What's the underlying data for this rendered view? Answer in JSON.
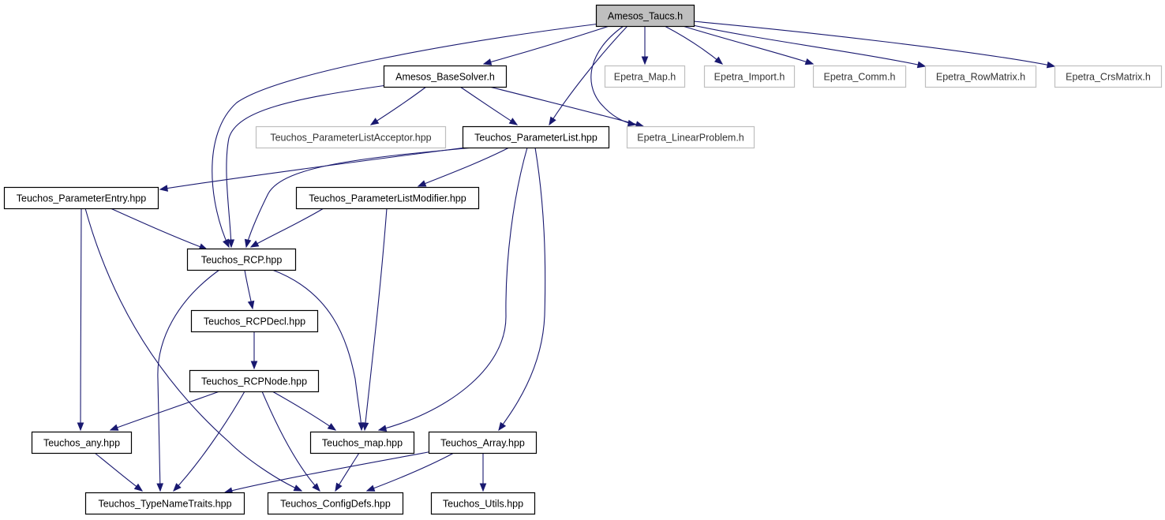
{
  "diagram": {
    "type": "include-dependency-graph",
    "colors": {
      "edge": "#191970",
      "root_fill": "#bfbfbf",
      "node_border": "#000000",
      "external_border": "#bfbfbf",
      "background": "#ffffff"
    },
    "nodes": [
      {
        "id": "amesos_taucs",
        "label": "Amesos_Taucs.h",
        "kind": "root"
      },
      {
        "id": "amesos_basesolver",
        "label": "Amesos_BaseSolver.h",
        "kind": "local"
      },
      {
        "id": "epetra_map",
        "label": "Epetra_Map.h",
        "kind": "external"
      },
      {
        "id": "epetra_import",
        "label": "Epetra_Import.h",
        "kind": "external"
      },
      {
        "id": "epetra_comm",
        "label": "Epetra_Comm.h",
        "kind": "external"
      },
      {
        "id": "epetra_rowmatrix",
        "label": "Epetra_RowMatrix.h",
        "kind": "external"
      },
      {
        "id": "epetra_crsmatrix",
        "label": "Epetra_CrsMatrix.h",
        "kind": "external"
      },
      {
        "id": "teuchos_plistacceptor",
        "label": "Teuchos_ParameterListAcceptor.hpp",
        "kind": "external"
      },
      {
        "id": "teuchos_plist",
        "label": "Teuchos_ParameterList.hpp",
        "kind": "local"
      },
      {
        "id": "epetra_linearproblem",
        "label": "Epetra_LinearProblem.h",
        "kind": "external"
      },
      {
        "id": "teuchos_pentry",
        "label": "Teuchos_ParameterEntry.hpp",
        "kind": "local"
      },
      {
        "id": "teuchos_plistmodifier",
        "label": "Teuchos_ParameterListModifier.hpp",
        "kind": "local"
      },
      {
        "id": "teuchos_rcp",
        "label": "Teuchos_RCP.hpp",
        "kind": "local"
      },
      {
        "id": "teuchos_rcpdecl",
        "label": "Teuchos_RCPDecl.hpp",
        "kind": "local"
      },
      {
        "id": "teuchos_rcpnode",
        "label": "Teuchos_RCPNode.hpp",
        "kind": "local"
      },
      {
        "id": "teuchos_any",
        "label": "Teuchos_any.hpp",
        "kind": "local"
      },
      {
        "id": "teuchos_map",
        "label": "Teuchos_map.hpp",
        "kind": "local"
      },
      {
        "id": "teuchos_array",
        "label": "Teuchos_Array.hpp",
        "kind": "local"
      },
      {
        "id": "teuchos_typenametraits",
        "label": "Teuchos_TypeNameTraits.hpp",
        "kind": "local"
      },
      {
        "id": "teuchos_configdefs",
        "label": "Teuchos_ConfigDefs.hpp",
        "kind": "local"
      },
      {
        "id": "teuchos_utils",
        "label": "Teuchos_Utils.hpp",
        "kind": "local"
      }
    ],
    "edges": [
      {
        "from": "amesos_taucs",
        "to": "amesos_basesolver"
      },
      {
        "from": "amesos_taucs",
        "to": "epetra_map"
      },
      {
        "from": "amesos_taucs",
        "to": "epetra_import"
      },
      {
        "from": "amesos_taucs",
        "to": "epetra_comm"
      },
      {
        "from": "amesos_taucs",
        "to": "epetra_rowmatrix"
      },
      {
        "from": "amesos_taucs",
        "to": "epetra_crsmatrix"
      },
      {
        "from": "amesos_taucs",
        "to": "teuchos_rcp"
      },
      {
        "from": "amesos_taucs",
        "to": "teuchos_plist"
      },
      {
        "from": "amesos_taucs",
        "to": "epetra_linearproblem"
      },
      {
        "from": "amesos_basesolver",
        "to": "teuchos_rcp"
      },
      {
        "from": "amesos_basesolver",
        "to": "teuchos_plistacceptor"
      },
      {
        "from": "amesos_basesolver",
        "to": "teuchos_plist"
      },
      {
        "from": "amesos_basesolver",
        "to": "epetra_linearproblem"
      },
      {
        "from": "teuchos_plist",
        "to": "teuchos_pentry"
      },
      {
        "from": "teuchos_plist",
        "to": "teuchos_rcp"
      },
      {
        "from": "teuchos_plist",
        "to": "teuchos_plistmodifier"
      },
      {
        "from": "teuchos_plist",
        "to": "teuchos_map"
      },
      {
        "from": "teuchos_plist",
        "to": "teuchos_array"
      },
      {
        "from": "teuchos_pentry",
        "to": "teuchos_rcp"
      },
      {
        "from": "teuchos_pentry",
        "to": "teuchos_any"
      },
      {
        "from": "teuchos_pentry",
        "to": "teuchos_configdefs"
      },
      {
        "from": "teuchos_plistmodifier",
        "to": "teuchos_rcp"
      },
      {
        "from": "teuchos_plistmodifier",
        "to": "teuchos_map"
      },
      {
        "from": "teuchos_rcp",
        "to": "teuchos_rcpdecl"
      },
      {
        "from": "teuchos_rcp",
        "to": "teuchos_typenametraits"
      },
      {
        "from": "teuchos_rcp",
        "to": "teuchos_map"
      },
      {
        "from": "teuchos_rcpdecl",
        "to": "teuchos_rcpnode"
      },
      {
        "from": "teuchos_rcpnode",
        "to": "teuchos_any"
      },
      {
        "from": "teuchos_rcpnode",
        "to": "teuchos_map"
      },
      {
        "from": "teuchos_rcpnode",
        "to": "teuchos_typenametraits"
      },
      {
        "from": "teuchos_rcpnode",
        "to": "teuchos_configdefs"
      },
      {
        "from": "teuchos_any",
        "to": "teuchos_typenametraits"
      },
      {
        "from": "teuchos_map",
        "to": "teuchos_configdefs"
      },
      {
        "from": "teuchos_array",
        "to": "teuchos_typenametraits"
      },
      {
        "from": "teuchos_array",
        "to": "teuchos_configdefs"
      },
      {
        "from": "teuchos_array",
        "to": "teuchos_utils"
      }
    ]
  }
}
